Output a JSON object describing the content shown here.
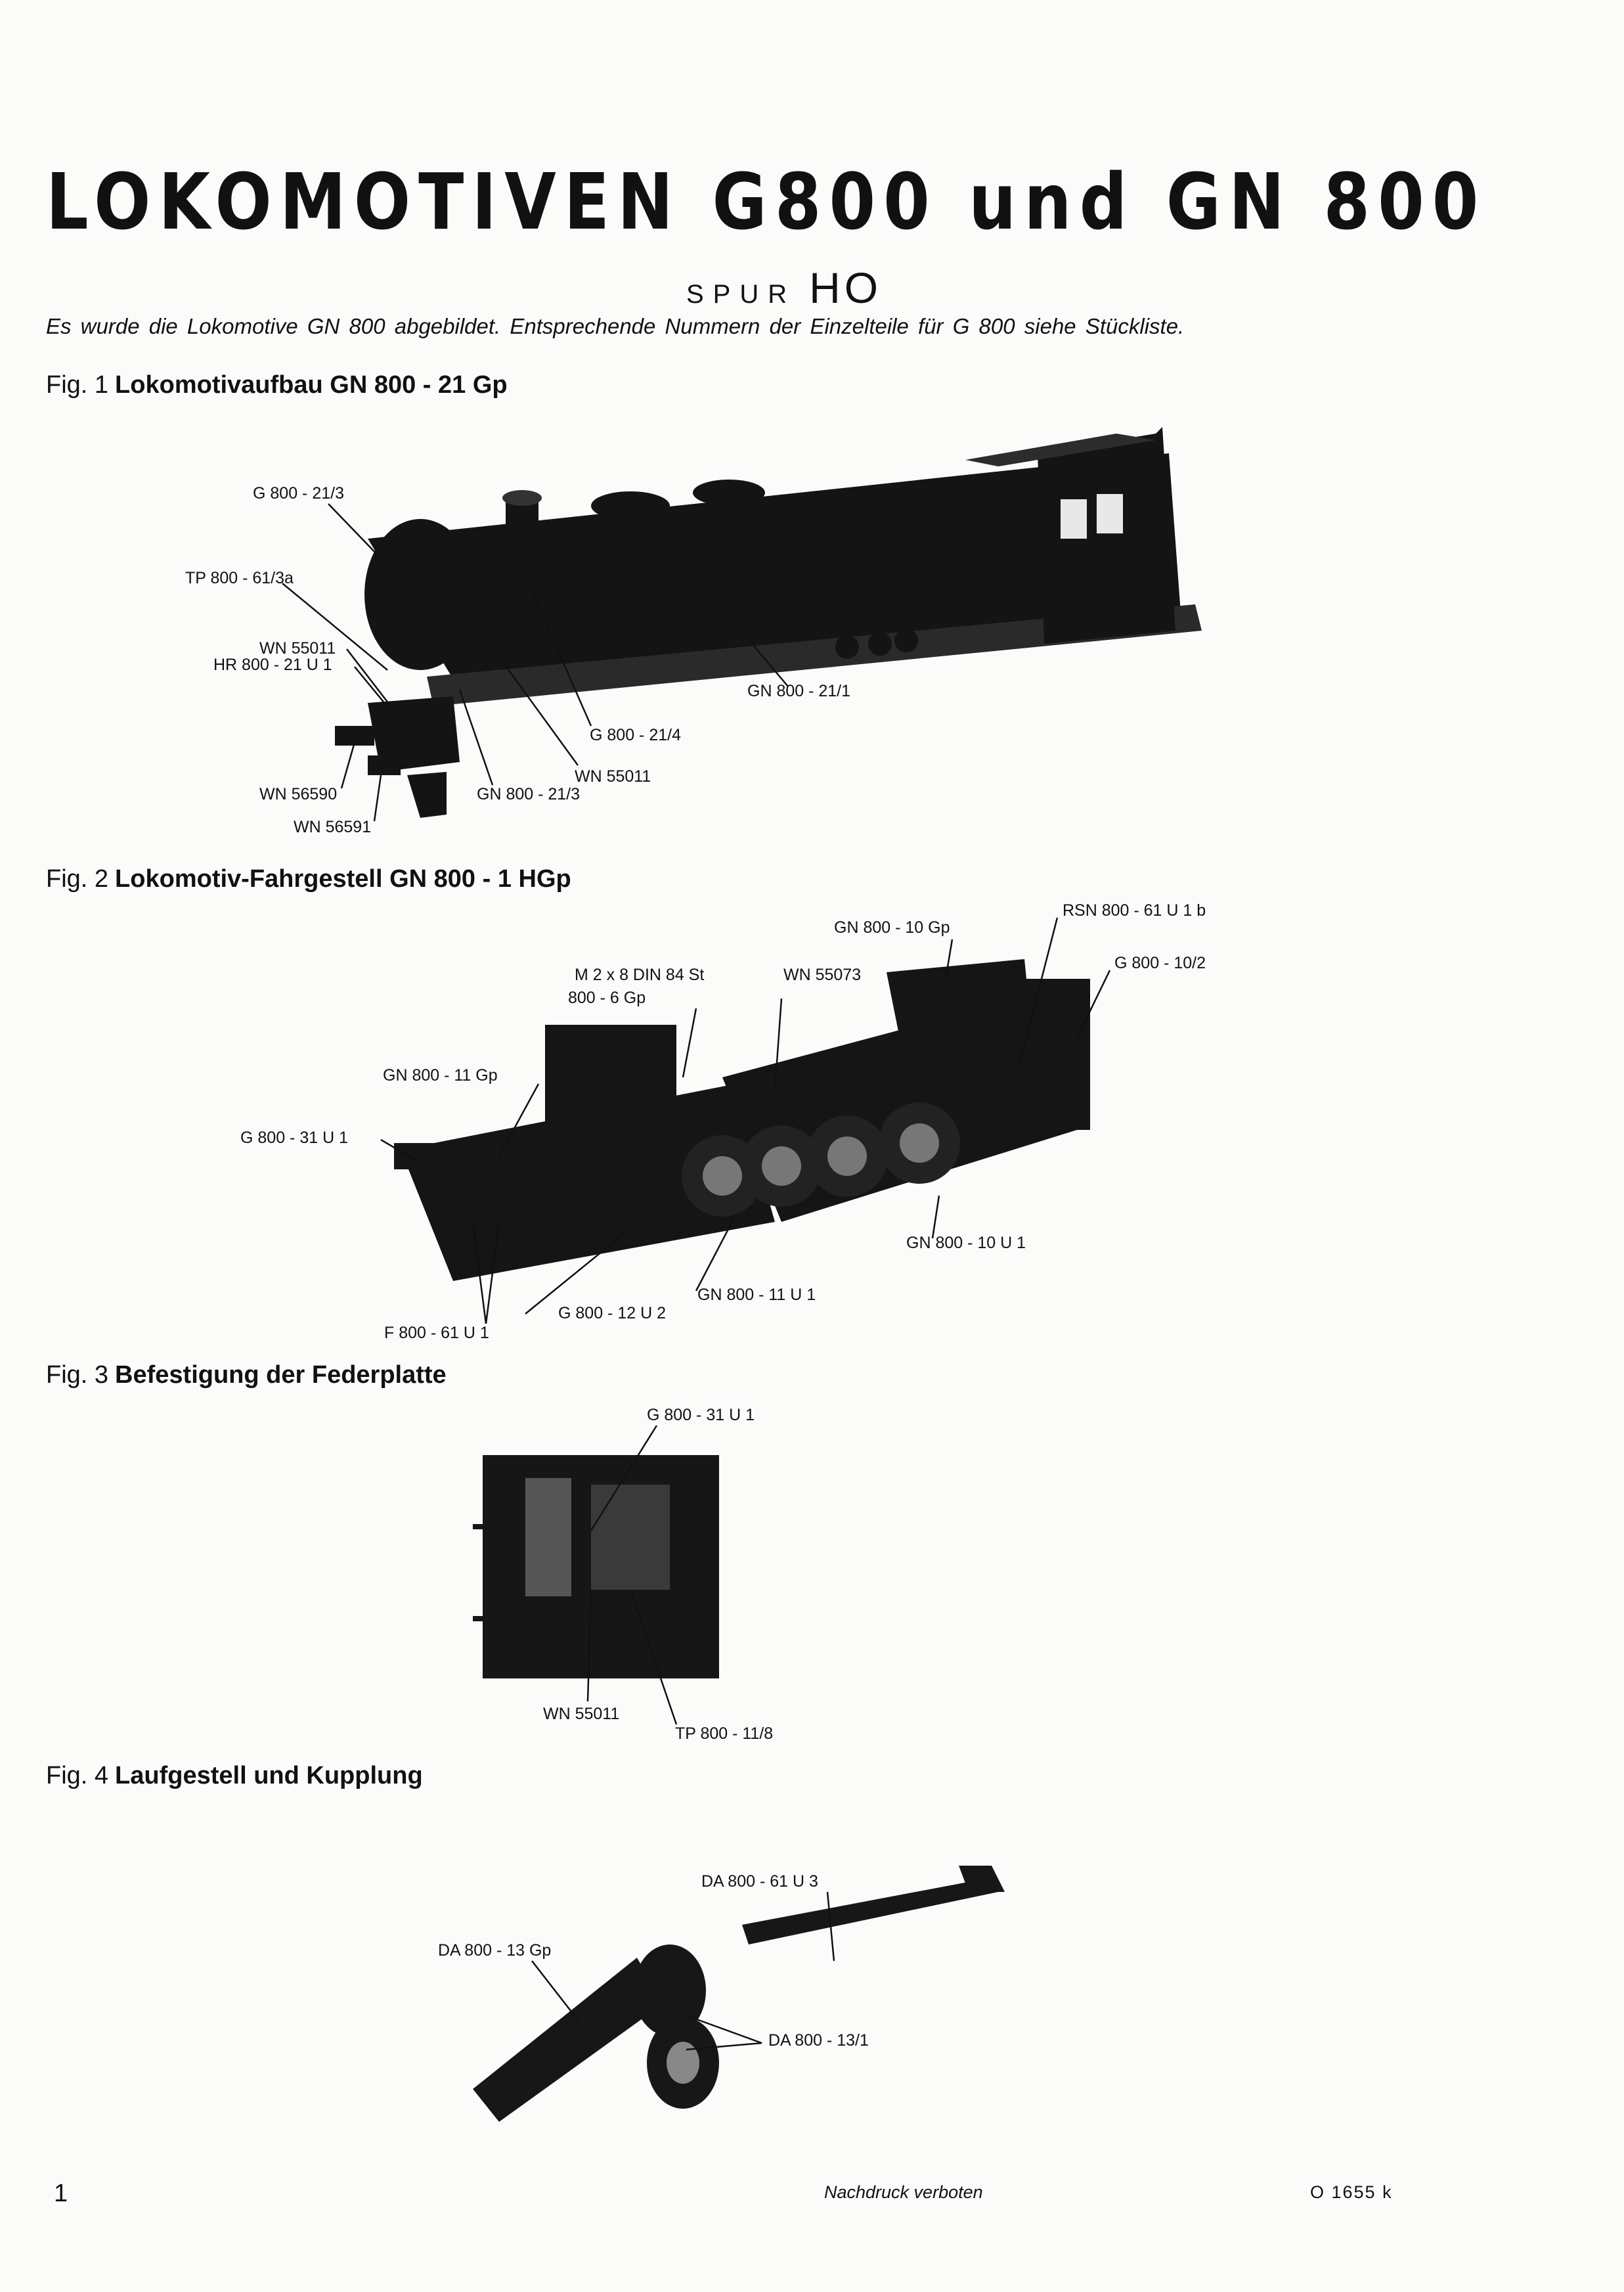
{
  "header": {
    "title": "LOKOMOTIVEN G800 und GN 800",
    "spur_label": "SPUR",
    "spur_value": "HO",
    "subtitle": "Es wurde die Lokomotive GN 800 abgebildet. Entsprechende Nummern der Einzelteile für G 800 siehe Stückliste."
  },
  "figures": [
    {
      "number": "Fig. 1",
      "name": "Lokomotivaufbau GN 800 - 21 Gp",
      "labels": [
        "G 800 - 21/3",
        "TP 800 - 61/3a",
        "WN 55011",
        "HR 800 - 21 U 1",
        "GN 800 - 21/1",
        "G 800 - 21/4",
        "WN 55011",
        "WN 56590",
        "GN 800 - 21/3",
        "WN 56591"
      ]
    },
    {
      "number": "Fig. 2",
      "name": "Lokomotiv-Fahrgestell GN 800 - 1 HGp",
      "labels": [
        "RSN 800 - 61 U 1 b",
        "GN 800 - 10 Gp",
        "G 800 - 10/2",
        "M 2 x 8 DIN 84 St",
        "800 - 6 Gp",
        "WN 55073",
        "GN 800 - 11 Gp",
        "G 800 - 31 U 1",
        "GN 800 - 10 U 1",
        "GN 800 - 11 U 1",
        "G 800 - 12 U 2",
        "F 800 - 61 U 1"
      ]
    },
    {
      "number": "Fig. 3",
      "name": "Befestigung der Federplatte",
      "labels": [
        "G 800 - 31 U 1",
        "WN 55011",
        "TP 800 - 11/8"
      ]
    },
    {
      "number": "Fig. 4",
      "name": "Laufgestell und Kupplung",
      "labels": [
        "DA 800 - 61 U 3",
        "DA 800 - 13 Gp",
        "DA 800 - 13/1"
      ]
    }
  ],
  "footer": {
    "page": "1",
    "notice": "Nachdruck verboten",
    "code": "O 1655 k"
  }
}
